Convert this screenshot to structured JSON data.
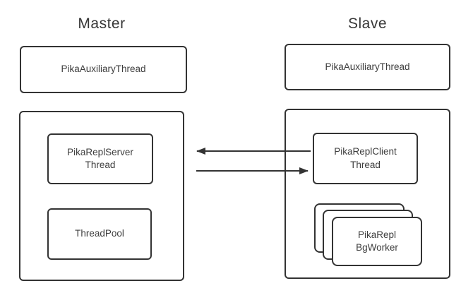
{
  "colors": {
    "stroke": "#333333",
    "text": "#3d3d3d",
    "background": "#ffffff"
  },
  "master": {
    "title": "Master",
    "aux_label": "PikaAuxiliaryThread",
    "repl_server_label": "PikaReplServer\nThread",
    "threadpool_label": "ThreadPool"
  },
  "slave": {
    "title": "Slave",
    "aux_label": "PikaAuxiliaryThread",
    "repl_client_label": "PikaReplClient\nThread",
    "bgworker_label": "PikaRepl\nBgWorker"
  },
  "arrows": [
    {
      "name": "slave-to-master-arrow",
      "direction": "left"
    },
    {
      "name": "master-to-slave-arrow",
      "direction": "right"
    }
  ]
}
